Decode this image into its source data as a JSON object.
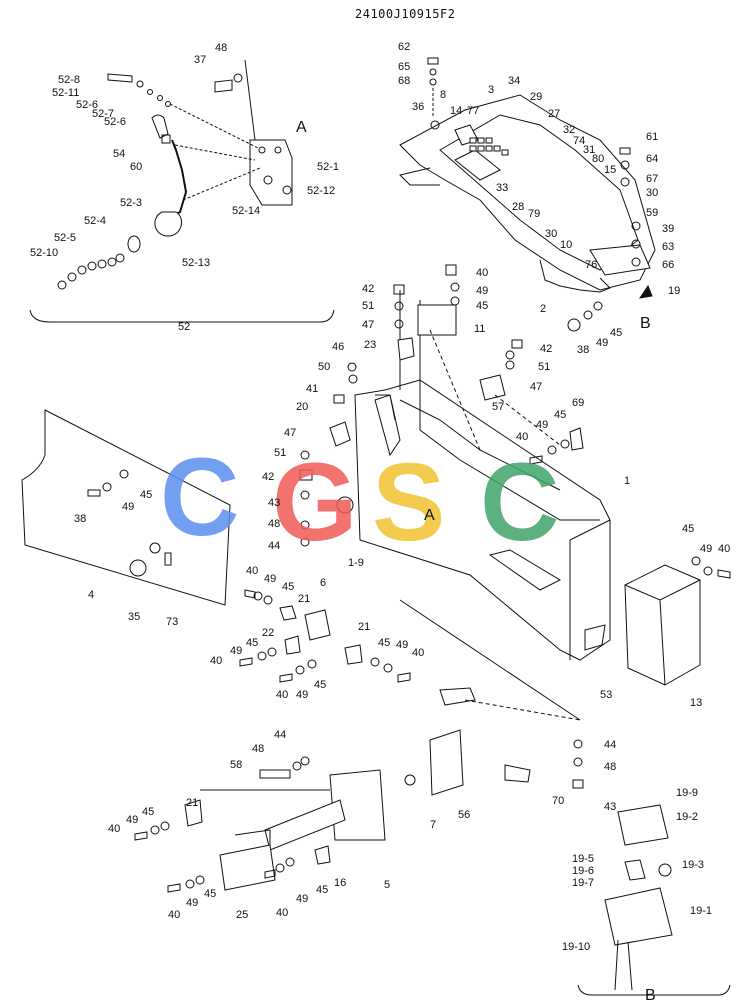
{
  "drawing_code": "24100J10915F2",
  "watermark": {
    "text": "CGSC",
    "letters": [
      {
        "char": "C",
        "color": "#5b8ff0"
      },
      {
        "char": "G",
        "color": "#f05a55"
      },
      {
        "char": "S",
        "color": "#f2c230"
      },
      {
        "char": "C",
        "color": "#3fa56a"
      }
    ]
  },
  "group_labels": {
    "group_52": "52",
    "view_b": "B",
    "view_a_top": "A",
    "view_a_mid": "A"
  },
  "callouts": {
    "c52_8": "52-8",
    "c52_11": "52-11",
    "c52_6a": "52-6",
    "c52_7": "52-7",
    "c52_6b": "52-6",
    "c37": "37",
    "c48a": "48",
    "c54": "54",
    "c60": "60",
    "c52_1": "52-1",
    "c52_12": "52-12",
    "c52_14": "52-14",
    "c52_3": "52-3",
    "c52_4": "52-4",
    "c52_5": "52-5",
    "c52_10": "52-10",
    "c52_13": "52-13",
    "c62": "62",
    "c65": "65",
    "c68": "68",
    "c36": "36",
    "c3": "3",
    "c34": "34",
    "c14": "14",
    "c77": "77",
    "c8": "8",
    "c29": "29",
    "c27": "27",
    "c32": "32",
    "c74": "74",
    "c31": "31",
    "c80": "80",
    "c33": "33",
    "c28": "28",
    "c79": "79",
    "c15": "15",
    "c30a": "30",
    "c30b": "30",
    "c61": "61",
    "c64": "64",
    "c67": "67",
    "c59": "59",
    "c39": "39",
    "c63": "63",
    "c66": "66",
    "c10": "10",
    "c76": "76",
    "c19": "19",
    "c2": "2",
    "c45a": "45",
    "c49a": "49",
    "c38a": "38",
    "c42a": "42",
    "c51a": "51",
    "c47a": "47",
    "c40a": "40",
    "c49b": "49",
    "c45b": "45",
    "c11": "11",
    "c23": "23",
    "c46": "46",
    "c50": "50",
    "c41": "41",
    "c42b": "42",
    "c51b": "51",
    "c47b": "47",
    "c57": "57",
    "c20": "20",
    "c47c": "47",
    "c51c": "51",
    "c42c": "42",
    "c43a": "43",
    "c48b": "48",
    "c44a": "44",
    "c1_9": "1-9",
    "c40b": "40",
    "c49c": "49",
    "c45c": "45",
    "c69": "69",
    "c1": "1",
    "c38b": "38",
    "c49d": "49",
    "c45d": "45",
    "c4": "4",
    "c35": "35",
    "c73": "73",
    "c45e": "45",
    "c49e": "49",
    "c40c": "40",
    "c13": "13",
    "c53": "53",
    "c40d": "40",
    "c49f": "49",
    "c45f": "45",
    "c21a": "21",
    "c6": "6",
    "c22": "22",
    "c45g": "45",
    "c49g": "49",
    "c40e": "40",
    "c40f": "40",
    "c49h": "49",
    "c45h": "45",
    "c21b": "21",
    "c45i": "45",
    "c49i": "49",
    "c40g": "40",
    "c44b": "44",
    "c48c": "48",
    "c43b": "43",
    "c70": "70",
    "c56": "56",
    "c44c": "44",
    "c48d": "48",
    "c58": "58",
    "c7": "7",
    "c5": "5",
    "c21c": "21",
    "c45j": "45",
    "c49j": "49",
    "c40h": "40",
    "c25": "25",
    "c40i": "40",
    "c49k": "49",
    "c45k": "45",
    "c16": "16",
    "c40j": "40",
    "c49l": "49",
    "c45l": "45",
    "c19_9": "19-9",
    "c19_2": "19-2",
    "c19_5": "19-5",
    "c19_6": "19-6",
    "c19_7": "19-7",
    "c19_3": "19-3",
    "c19_1": "19-1",
    "c19_10": "19-10"
  }
}
